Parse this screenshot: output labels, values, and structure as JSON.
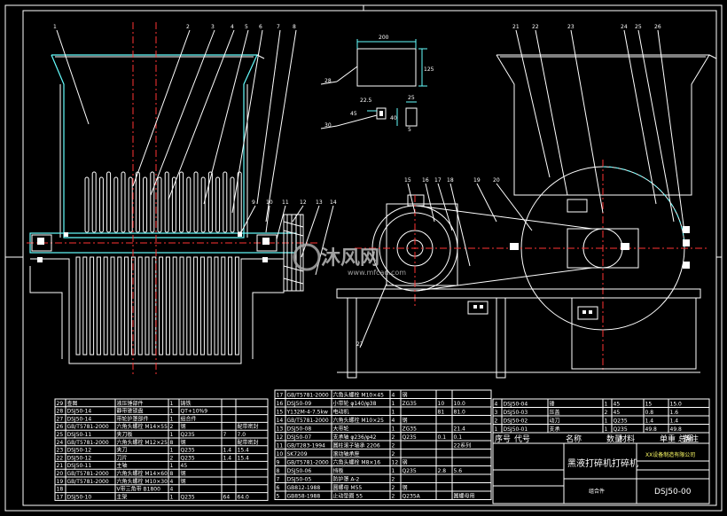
{
  "drawing": {
    "balloons": {
      "left": [
        "1",
        "2",
        "3",
        "4",
        "5",
        "6",
        "7",
        "8",
        "9",
        "10",
        "11",
        "12",
        "13",
        "14"
      ],
      "right": [
        "15",
        "16",
        "17",
        "18",
        "19",
        "20",
        "21",
        "22",
        "23",
        "24",
        "25",
        "26",
        "27"
      ],
      "detail": [
        "28",
        "30"
      ]
    },
    "dims": {
      "width": "200",
      "height": "125",
      "d1": "22.5",
      "d2": "25",
      "d3": "45",
      "d4": "40",
      "d5": "5"
    },
    "watermark": {
      "logo": "沐风网",
      "url": "www.mfcad.com"
    }
  },
  "bom_left": {
    "rows": [
      [
        "29",
        "查图",
        "液压锤部件",
        "1",
        "铸铁",
        "",
        ""
      ],
      [
        "28",
        "DSJ50-14",
        "静带锥锁盘",
        "1",
        "QT+10%9",
        "",
        ""
      ],
      [
        "27",
        "DSJ50-14",
        "带轮护罩部件",
        "1",
        "组合件",
        "",
        ""
      ],
      [
        "26",
        "GB/T5781-2000",
        "六角头螺栓 M14×55",
        "2",
        "钢",
        "",
        "配带密封"
      ],
      [
        "25",
        "DSJ50-11",
        "夹刀板",
        "1",
        "Q235",
        "7",
        "7.0"
      ],
      [
        "24",
        "GB/T5781-2000",
        "六角头螺栓 M12×25",
        "8",
        "钢",
        "",
        "配带密封"
      ],
      [
        "23",
        "DSJ50-12",
        "夹刀",
        "1",
        "Q235",
        "1.4",
        "15.4"
      ],
      [
        "22",
        "DSJ50-12",
        "刀片",
        "2",
        "Q235",
        "1.4",
        "15.4"
      ],
      [
        "21",
        "DSJ50-11",
        "主轴",
        "1",
        "45",
        "",
        ""
      ],
      [
        "20",
        "GB/T5781-2000",
        "六角头螺栓 M14×60",
        "8",
        "钢",
        "",
        ""
      ],
      [
        "19",
        "GB/T5781-2000",
        "六角头螺栓 M10×30",
        "4",
        "钢",
        "",
        ""
      ],
      [
        "18",
        "",
        "V带三角带 B1800",
        "4",
        "",
        "",
        ""
      ],
      [
        "17",
        "DSJ50-10",
        "主架",
        "1",
        "Q235",
        "64",
        "64.0"
      ]
    ]
  },
  "bom_mid": {
    "rows": [
      [
        "17",
        "GB/T5781-2000",
        "六角头螺栓 M10×45",
        "4",
        "钢",
        "",
        ""
      ],
      [
        "16",
        "DSJ50-09",
        "小带轮 φ140/φ38",
        "1",
        "ZG35",
        "10",
        "10.0"
      ],
      [
        "15",
        "Y132M-4-7.5kw",
        "电动机",
        "1",
        "",
        "81",
        "81.0"
      ],
      [
        "14",
        "GB/T5781-2000",
        "六角头螺栓 M10×25",
        "4",
        "钢",
        "",
        ""
      ],
      [
        "13",
        "DSJ50-08",
        "大带轮",
        "1",
        "ZG35",
        "",
        "21.4"
      ],
      [
        "12",
        "DSJ50-07",
        "支承轴 φ236/φ42",
        "2",
        "Q235",
        "0.1",
        "0.1"
      ],
      [
        "11",
        "GB/T283-1994",
        "圆柱滚子轴承 2206",
        "2",
        "",
        "",
        "22系列"
      ],
      [
        "10",
        "SK7209",
        "滚动轴承座",
        "2",
        "",
        "",
        ""
      ],
      [
        "9",
        "GB/T5781-2000",
        "六角头螺栓 M8×16",
        "12",
        "钢",
        "",
        ""
      ],
      [
        "8",
        "DSJ50-06",
        "挡板",
        "1",
        "Q235",
        "2.8",
        "5.6"
      ],
      [
        "7",
        "DSJ50-05",
        "防护罩 A-2",
        "2",
        "",
        "",
        ""
      ],
      [
        "6",
        "GB812-1988",
        "圆螺母 M55",
        "2",
        "钢",
        "",
        ""
      ],
      [
        "5",
        "GB858-1988",
        "止动垫圈 55",
        "2",
        "Q235A",
        "",
        "圆螺母用"
      ]
    ]
  },
  "bom_right": {
    "rows": [
      [
        "4",
        "DSJ50-04",
        "锤",
        "1",
        "45",
        "15",
        "15.0"
      ],
      [
        "3",
        "DSJ50-03",
        "压盖",
        "2",
        "45",
        "0.8",
        "1.6"
      ],
      [
        "2",
        "DSJ50-02",
        "动刀",
        "1",
        "Q235",
        "1.4",
        "1.4"
      ],
      [
        "1",
        "DSJ50-01",
        "支承",
        "1",
        "Q235",
        "49.8",
        "49.8"
      ]
    ],
    "header": [
      "序号",
      "代号",
      "名称",
      "数量",
      "材料",
      "单重 总重",
      "备注"
    ]
  },
  "title_block": {
    "company": "XX设备制造有限公司",
    "product": "黑液打碎机打碎机",
    "kind": "组合件",
    "drawing_no": "DSJ50-00"
  },
  "colors": {
    "line": "#ffffff",
    "center": "#ff3333",
    "hidden": "#66ffff",
    "text": "#ffffff"
  }
}
